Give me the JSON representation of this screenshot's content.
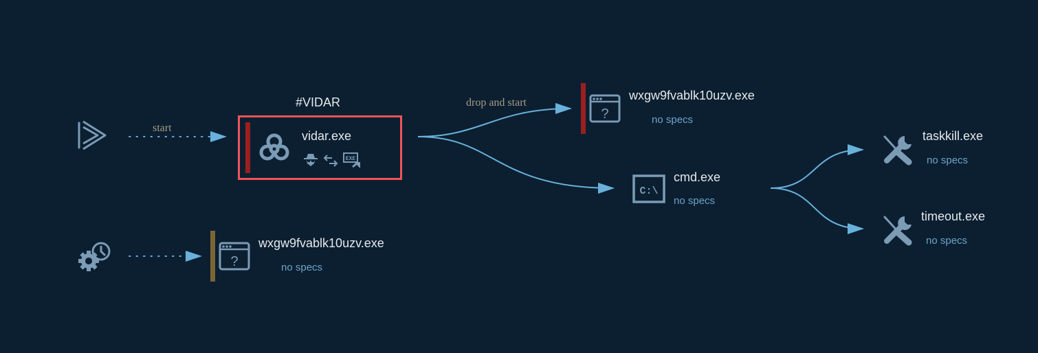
{
  "colors": {
    "background": "#0b1f31",
    "icon": "#7c9bb5",
    "edge": "#69b1db",
    "text": "#e6e8ea",
    "specs": "#6ea3c8",
    "edge_label": "#a89a86",
    "selected_border": "#f2545b",
    "bar_malicious": "#9b1f1f",
    "bar_suspicious": "#7a6534"
  },
  "triggers": [
    {
      "id": "start-trigger",
      "icon": "play-icon",
      "edge_label": "start"
    },
    {
      "id": "scheduled-trigger",
      "icon": "gear-clock-icon",
      "edge_label": ""
    }
  ],
  "group": {
    "label": "#VIDAR"
  },
  "processes": {
    "vidar": {
      "name": "vidar.exe",
      "icon": "biohazard-icon",
      "badges": [
        "spy-icon",
        "network-exchange-icon",
        "exe-drop-icon"
      ]
    },
    "dropped": {
      "name": "wxgw9fvablk10uzv.exe",
      "specs": "no specs",
      "icon": "unknown-window-icon"
    },
    "cmd": {
      "name": "cmd.exe",
      "specs": "no specs",
      "icon": "cmd-icon"
    },
    "taskkill": {
      "name": "taskkill.exe",
      "specs": "no specs",
      "icon": "tools-icon"
    },
    "timeout": {
      "name": "timeout.exe",
      "specs": "no specs",
      "icon": "tools-icon"
    },
    "scheduled": {
      "name": "wxgw9fvablk10uzv.exe",
      "specs": "no specs",
      "icon": "unknown-window-icon"
    }
  },
  "edges": [
    {
      "from": "start-trigger",
      "to": "vidar",
      "label": "start",
      "style": "dotted"
    },
    {
      "from": "vidar",
      "to": "dropped",
      "label": "drop and start",
      "style": "solid"
    },
    {
      "from": "vidar",
      "to": "cmd",
      "label": "",
      "style": "solid"
    },
    {
      "from": "cmd",
      "to": "taskkill",
      "label": "",
      "style": "solid"
    },
    {
      "from": "cmd",
      "to": "timeout",
      "label": "",
      "style": "solid"
    },
    {
      "from": "scheduled-trigger",
      "to": "scheduled",
      "label": "",
      "style": "dotted"
    }
  ]
}
